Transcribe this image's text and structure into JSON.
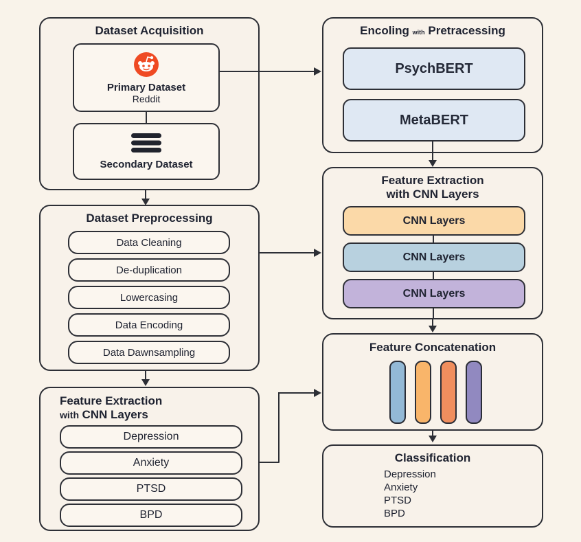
{
  "acquisition": {
    "title": "Dataset Acquisition",
    "primary": {
      "icon": "reddit-icon",
      "label": "Primary Dataset",
      "sublabel": "Reddit",
      "icon_color": "#ef4a23"
    },
    "secondary": {
      "icon": "database-stack-icon",
      "label": "Secondary Dataset"
    }
  },
  "encoding": {
    "title_main": "Encoling",
    "title_small": "with",
    "title_end": "Pretracessing",
    "models": [
      "PsychBERT",
      "MetaBERT"
    ],
    "model_color": "#dfe8f3"
  },
  "preprocessing": {
    "title": "Dataset Preprocessing",
    "steps": [
      "Data Cleaning",
      "De-duplication",
      "Lowercasing",
      "Data Encoding",
      "Data Dawnsampling"
    ]
  },
  "cnn_right": {
    "title_line1": "Feature Extraction",
    "title_line2": "with CNN Layers",
    "layers": [
      {
        "label": "CNN Layers",
        "color": "#fbd9a8"
      },
      {
        "label": "CNN Layers",
        "color": "#b8d1df"
      },
      {
        "label": "CNN Layers",
        "color": "#c2b3da"
      }
    ]
  },
  "cnn_left": {
    "title_line1": "Feature Extraction",
    "title_small": "with",
    "title_bold": "CNN Layers",
    "classes": [
      "Depression",
      "Anxiety",
      "PTSD",
      "BPD"
    ]
  },
  "concatenation": {
    "title": "Feature Concatenation",
    "bars": [
      {
        "name": "blue-feature-bar",
        "color": "#93b9d6"
      },
      {
        "name": "yellow-feature-bar",
        "color": "#f9b56a"
      },
      {
        "name": "orange-feature-bar",
        "color": "#f08e5e"
      },
      {
        "name": "purple-feature-bar",
        "color": "#9189c0"
      }
    ]
  },
  "classification": {
    "title": "Classification",
    "labels": [
      "Depression",
      "Anxiety",
      "PTSD",
      "BPD"
    ]
  }
}
